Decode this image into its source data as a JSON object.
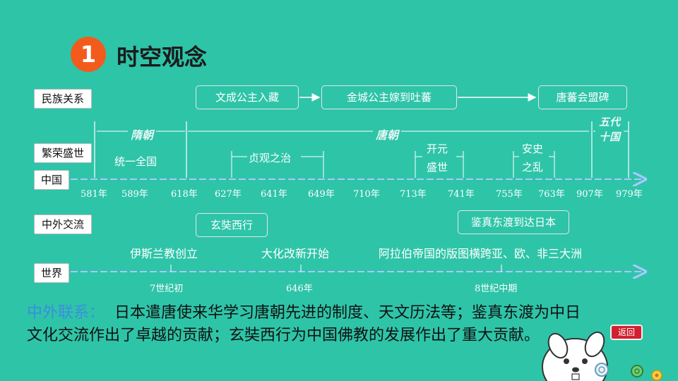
{
  "header": {
    "badge_number": "1",
    "title": "时空观念"
  },
  "categories": {
    "ethnic": "民族关系",
    "prosperity": "繁荣盛世",
    "china": "中国",
    "exchange": "中外交流",
    "world": "世界"
  },
  "ethnic_events": [
    "文成公主入藏",
    "金城公主嫁到吐蕃",
    "唐蕃会盟碑"
  ],
  "periods": {
    "sui": "隋朝",
    "tang": "唐朝",
    "wudai": "五代十国"
  },
  "prosperity_events": {
    "unify": "统一全国",
    "zhenguan": "贞观之治",
    "kaiyuan_1": "开元",
    "kaiyuan_2": "盛世",
    "anshi_1": "安史",
    "anshi_2": "之乱"
  },
  "years": [
    "581年",
    "589年",
    "618年",
    "627年",
    "641年",
    "649年",
    "710年",
    "713年",
    "741年",
    "755年",
    "763年",
    "907年",
    "979年"
  ],
  "exchange_events": [
    "玄奘西行",
    "鉴真东渡到达日本"
  ],
  "world_events": [
    "伊斯兰教创立",
    "大化改新开始",
    "阿拉伯帝国的版图横跨亚、欧、非三大洲"
  ],
  "world_years": [
    "7世纪初",
    "646年",
    "8世纪中期"
  ],
  "summary": {
    "label": "中外联系：",
    "text": "日本遣唐使来华学习唐朝先进的制度、天文历法等；鉴真东渡为中日文化交流作出了卓越的贡献；玄奘西行为中国佛教的发展作出了重大贡献。"
  },
  "back_button": "返回",
  "colors": {
    "background": "#2ec4a8",
    "badge": "#f35b1c",
    "summary_label": "#3a8ee0",
    "axis": "#a9c8ff"
  }
}
